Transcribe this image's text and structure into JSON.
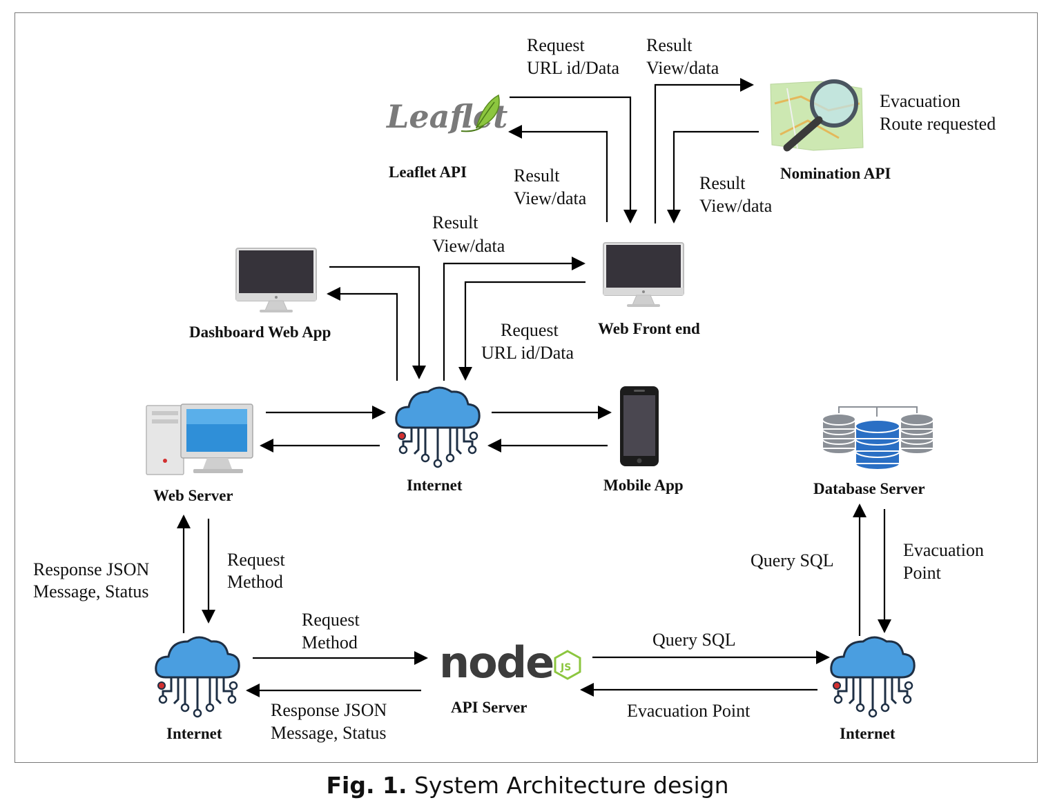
{
  "caption": {
    "prefix": "Fig. 1.",
    "text": " System Architecture design"
  },
  "nodes": {
    "leaflet": {
      "logo_text": "Leaflet",
      "label": "Leaflet API"
    },
    "nomination": {
      "label": "Nomination API"
    },
    "dashboard": {
      "label": "Dashboard Web App"
    },
    "web_front_end": {
      "label": "Web Front end"
    },
    "web_server": {
      "label": "Web Server"
    },
    "internet_center": {
      "label": "Internet"
    },
    "mobile_app": {
      "label": "Mobile App"
    },
    "database_server": {
      "label": "Database Server"
    },
    "internet_left": {
      "label": "Internet"
    },
    "api_server": {
      "logo_text": "node",
      "logo_badge": "JS",
      "label": "API Server"
    },
    "internet_right": {
      "label": "Internet"
    }
  },
  "edge_labels": {
    "top_request": [
      "Request",
      "URL id/Data"
    ],
    "top_result_right": [
      "Result",
      "View/data"
    ],
    "evacuation_route": [
      "Evacuation",
      "Route requested"
    ],
    "leaflet_result": [
      "Result",
      "View/data"
    ],
    "nomination_result": [
      "Result",
      "View/data"
    ],
    "internet_to_front_result": [
      "Result",
      "View/data"
    ],
    "front_to_internet_request": [
      "Request",
      "URL id/Data"
    ],
    "ws_response": [
      "Response JSON",
      "Message, Status"
    ],
    "ws_request": [
      "Request",
      "Method"
    ],
    "db_query": [
      "Query SQL"
    ],
    "db_evacuation": [
      "Evacuation",
      "Point"
    ],
    "api_request": [
      "Request",
      "Method"
    ],
    "api_response": [
      "Response JSON",
      "Message, Status"
    ],
    "api_query": [
      "Query SQL"
    ],
    "api_evacuation": [
      "Evacuation Point"
    ]
  },
  "colors": {
    "cloud": "#4a9ee0",
    "cloud_stroke": "#1e2f44",
    "node_red": "#d23030",
    "node_green": "#5a9a2a",
    "leaflet_green": "#8cc63f",
    "db_blue": "#2a6fc4",
    "db_gray": "#8a8f96"
  }
}
